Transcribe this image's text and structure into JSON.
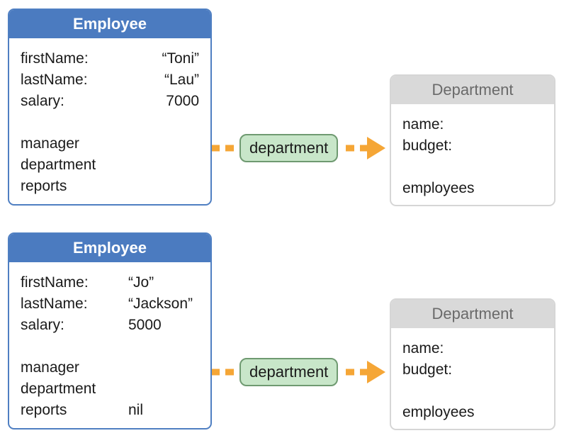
{
  "diagrams": [
    {
      "employee": {
        "title": "Employee",
        "attributes": [
          {
            "name": "firstName:",
            "value": "“Toni”"
          },
          {
            "name": "lastName:",
            "value": "“Lau”"
          },
          {
            "name": "salary:",
            "value": "7000"
          }
        ],
        "relationships": [
          {
            "name": "manager",
            "value": ""
          },
          {
            "name": "department",
            "value": ""
          },
          {
            "name": "reports",
            "value": ""
          }
        ]
      },
      "relation_label": "department",
      "department": {
        "title": "Department",
        "attributes": [
          "name:",
          "budget:"
        ],
        "relationships": [
          "employees"
        ]
      }
    },
    {
      "employee": {
        "title": "Employee",
        "attributes": [
          {
            "name": "firstName:",
            "value": "“Jo”"
          },
          {
            "name": "lastName:",
            "value": "“Jackson”"
          },
          {
            "name": "salary:",
            "value": "5000"
          }
        ],
        "relationships": [
          {
            "name": "manager",
            "value": ""
          },
          {
            "name": "department",
            "value": ""
          },
          {
            "name": "reports",
            "value": "nil"
          }
        ]
      },
      "relation_label": "department",
      "department": {
        "title": "Department",
        "attributes": [
          "name:",
          "budget:"
        ],
        "relationships": [
          "employees"
        ]
      }
    }
  ],
  "colors": {
    "employee_header": "#4b7bc0",
    "employee_border": "#4f7fc2",
    "department_header": "#d9d9d9",
    "relation_fill": "#c8e6c9",
    "relation_border": "#6f9a71",
    "arrow": "#f5a636"
  }
}
